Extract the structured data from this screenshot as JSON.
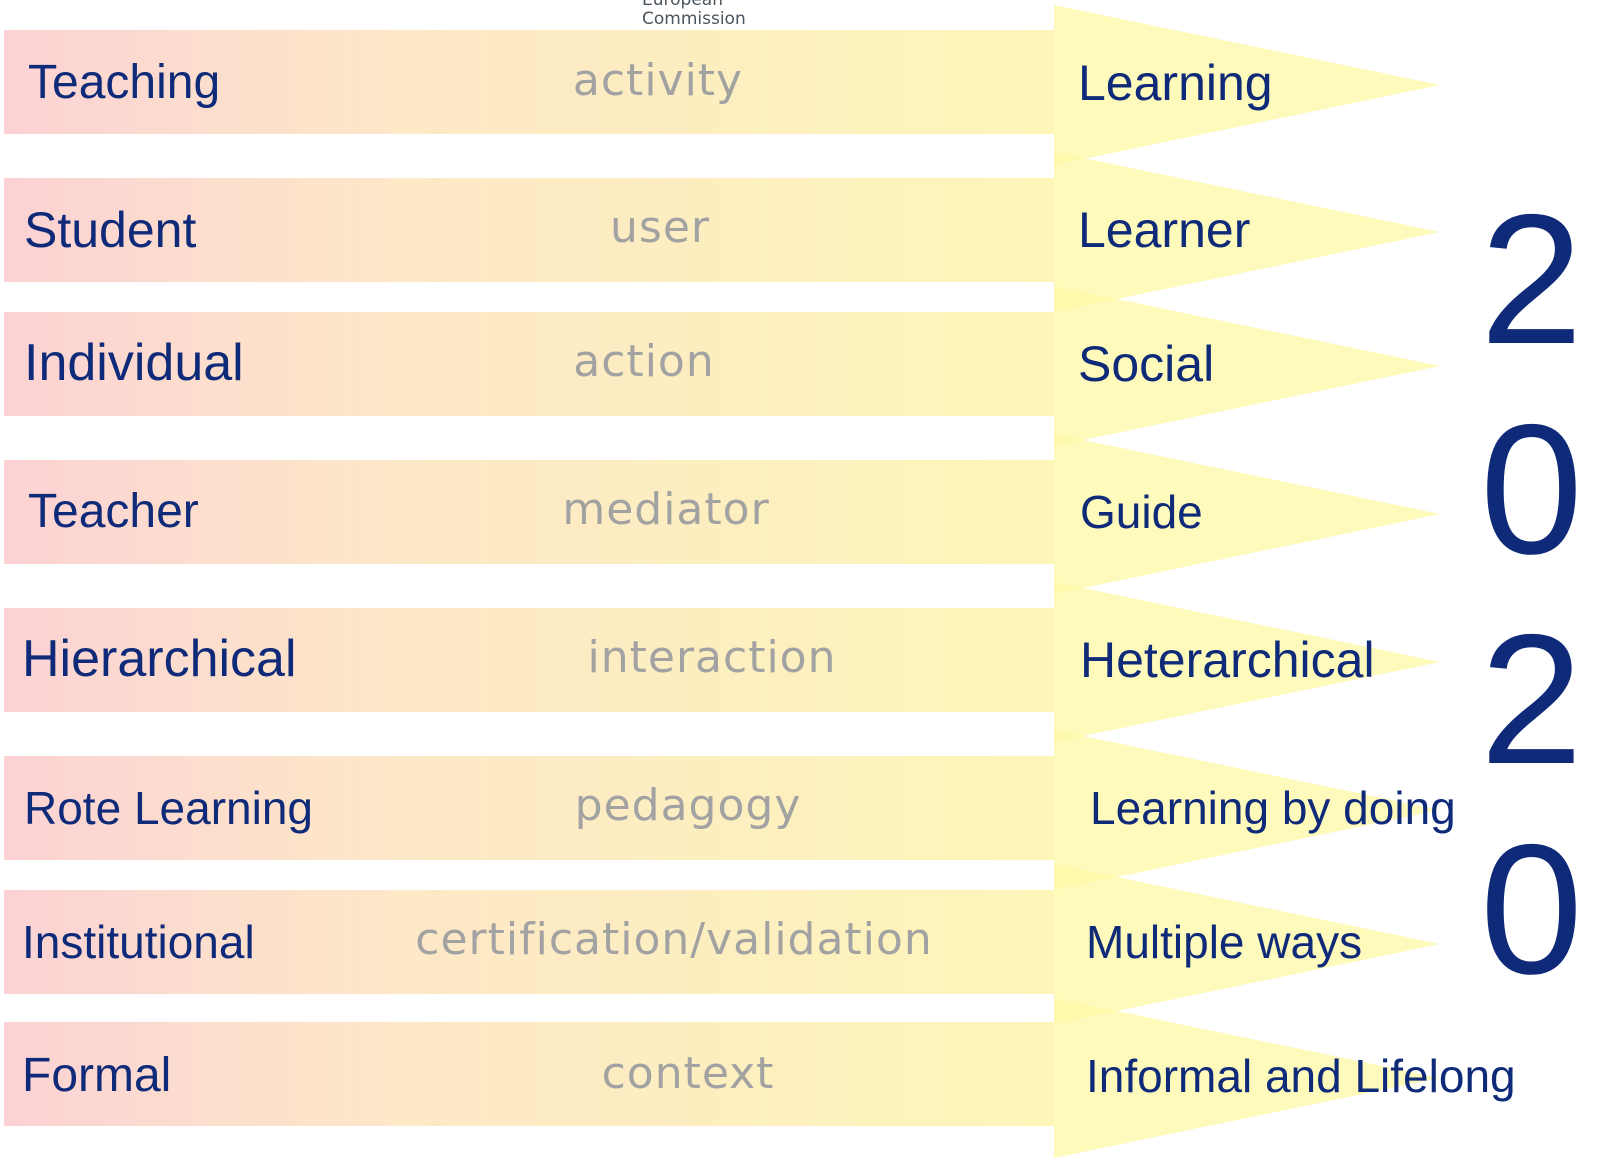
{
  "logo": {
    "line1": "European",
    "line2": "Commission"
  },
  "rows": [
    {
      "left": "Teaching",
      "middle": "activity",
      "right": "Learning"
    },
    {
      "left": "Student",
      "middle": "user",
      "right": "Learner"
    },
    {
      "left": "Individual",
      "middle": "action",
      "right": "Social"
    },
    {
      "left": "Teacher",
      "middle": "mediator",
      "right": "Guide"
    },
    {
      "left": "Hierarchical",
      "middle": "interaction",
      "right": "Heterarchical"
    },
    {
      "left": "Rote Learning",
      "middle": "pedagogy",
      "right": "Learning by doing"
    },
    {
      "left": "Institutional",
      "middle": "certification/validation",
      "right": "Multiple ways"
    },
    {
      "left": "Formal",
      "middle": "context",
      "right": "Informal and Lifelong"
    }
  ],
  "year": [
    "2",
    "0",
    "2",
    "0"
  ],
  "colors": {
    "gradient_start": "#fcd2d4",
    "gradient_mid": "#fde7c8",
    "gradient_end": "#fdf6b8",
    "arrow_head": "#fdf8a6",
    "left_text": "#0e2a78",
    "middle_text": "#a2a2a2",
    "year_text": "#0e2a78"
  }
}
